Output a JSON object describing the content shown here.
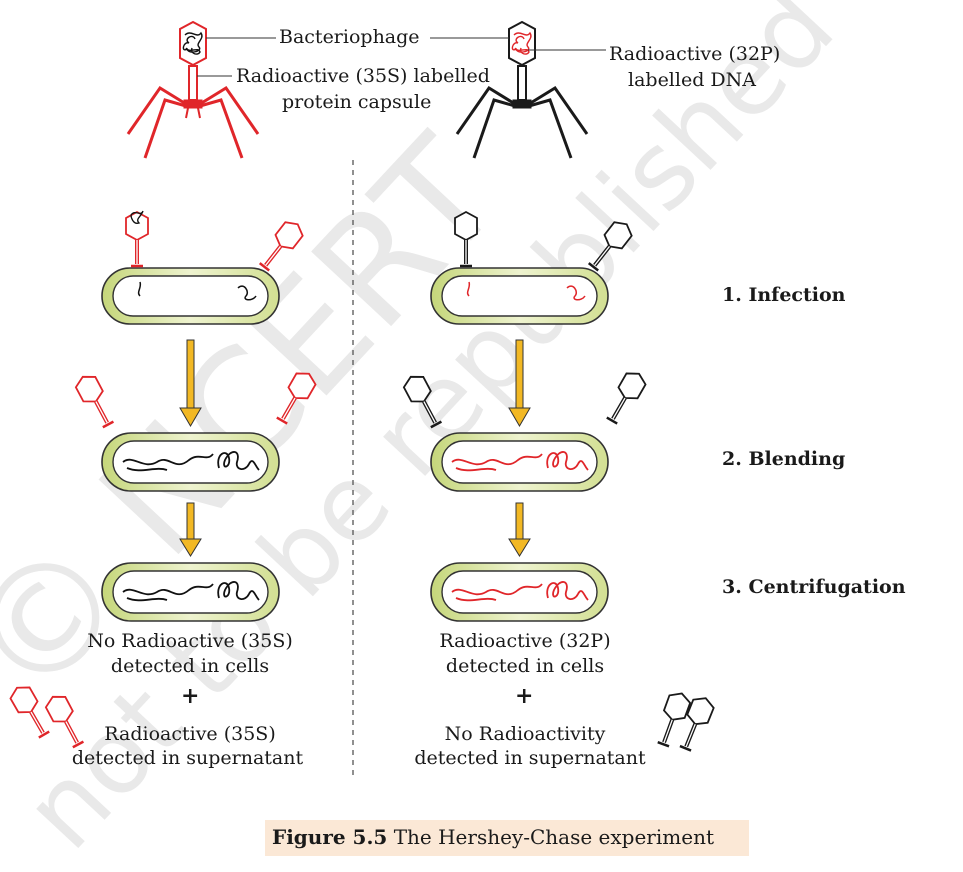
{
  "labels": {
    "bacteriophage": "Bacteriophage",
    "s35_line1": "Radioactive (35S) labelled",
    "s35_line2": "protein capsule",
    "p32_line1": "Radioactive (32P)",
    "p32_line2": "labelled DNA",
    "left_result_line1": "No Radioactive (35S)",
    "left_result_line2": "detected in cells",
    "left_super_line1": "Radioactive (35S)",
    "left_super_line2": "detected in supernatant",
    "right_result_line1": "Radioactive (32P)",
    "right_result_line2": "detected in cells",
    "right_super_line1": "No Radioactivity",
    "right_super_line2": "detected in supernatant",
    "plus": "+"
  },
  "steps": [
    "1. Infection",
    "2. Blending",
    "3. Centrifugation"
  ],
  "caption": {
    "figure": "Figure 5.5",
    "title": "The Hershey-Chase experiment"
  },
  "watermark": {
    "line1": "© NCERT",
    "line2": "not to be republished"
  },
  "colors": {
    "red_label": "#e0262a",
    "black_label": "#1a1a1a",
    "cell_fill": "#d6e39a",
    "arrow": "#f2b824",
    "caption_bg": "#fbe8d6"
  }
}
